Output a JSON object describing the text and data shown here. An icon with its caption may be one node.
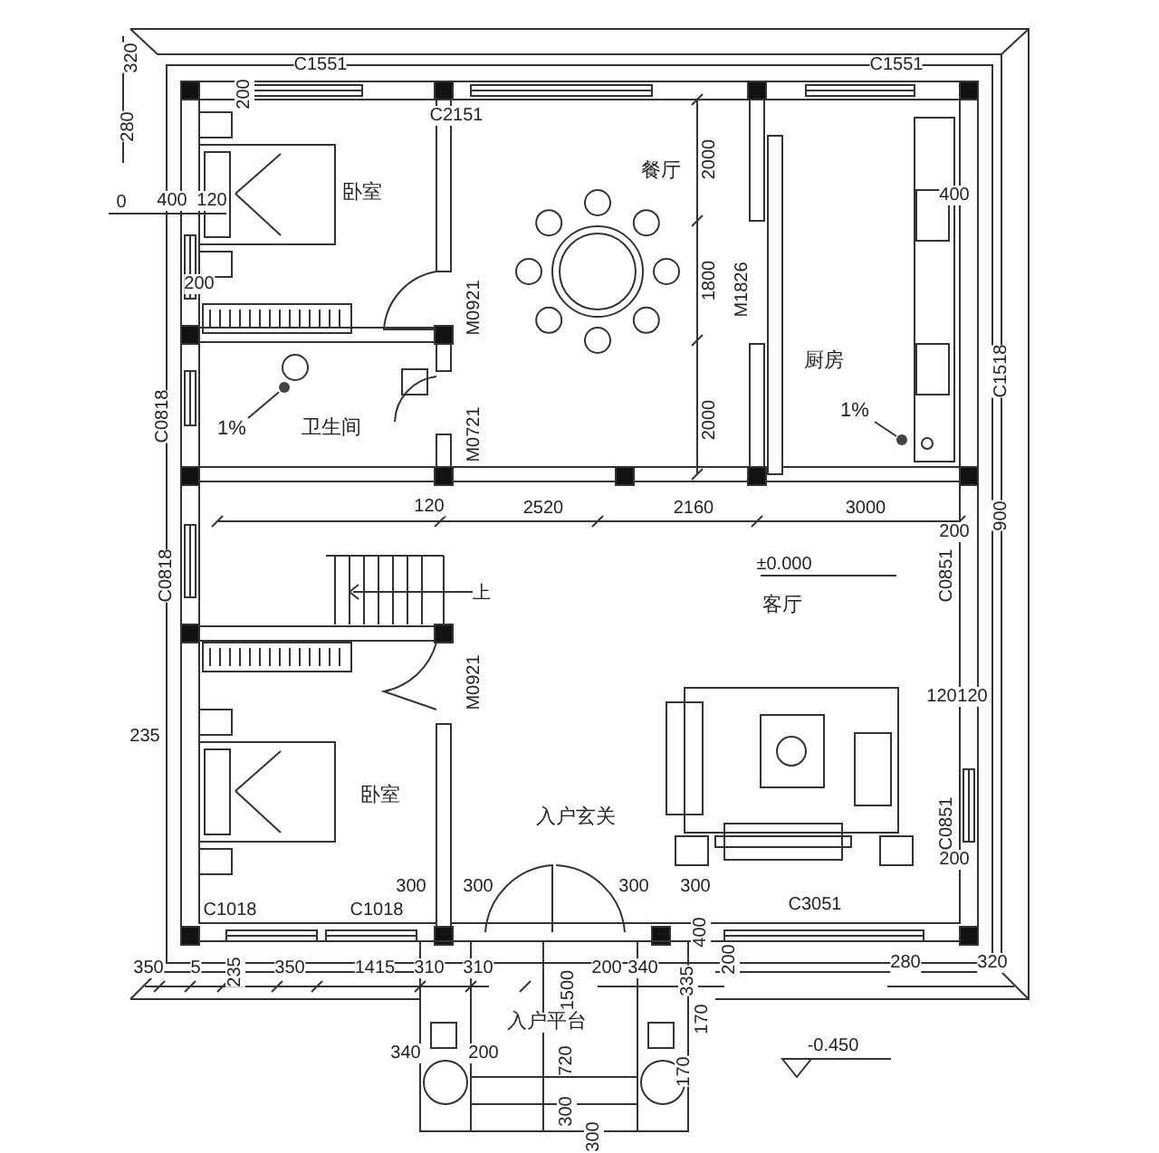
{
  "diagram": {
    "nodes": [
      {
        "text": [
          "1%"
        ]
      },
      {
        "text": [
          "1%"
        ]
      },
      {
        "text": [],
        "shape": "circle"
      },
      {
        "text": [],
        "shape": "circle"
      }
    ],
    "edges": [
      {
        "from": 0,
        "to": 2,
        "arrow": "none"
      },
      {
        "from": 1,
        "to": 3,
        "arrow": "none"
      }
    ],
    "labels": [
      "320",
      "C1551",
      "200",
      "C1551",
      "C2151",
      "280",
      "餐厅",
      "2000",
      "0",
      "400",
      "120",
      "400",
      "卧室",
      "1800",
      "M1826",
      "200",
      "M0921",
      "厨房",
      "C0818",
      "卫生间",
      "C1518",
      "2000",
      "M0721",
      "900",
      "120",
      "2520",
      "2160",
      "3000",
      "200",
      "C0818",
      "±0.000",
      "上",
      "客厅",
      "C0851",
      "M0921",
      "120",
      "120",
      "235",
      "卧室",
      "入户玄关",
      "C0851",
      "200",
      "300",
      "300",
      "300",
      "300",
      "C1018",
      "C1018",
      "C3051",
      "400",
      "350",
      "5",
      "235",
      "350",
      "1415",
      "310",
      "310",
      "200",
      "340",
      "1500",
      "335",
      "200",
      "280",
      "320",
      "入户平台",
      "170",
      "340",
      "200",
      "720",
      "170",
      "300",
      "-0.450",
      "300"
    ]
  }
}
